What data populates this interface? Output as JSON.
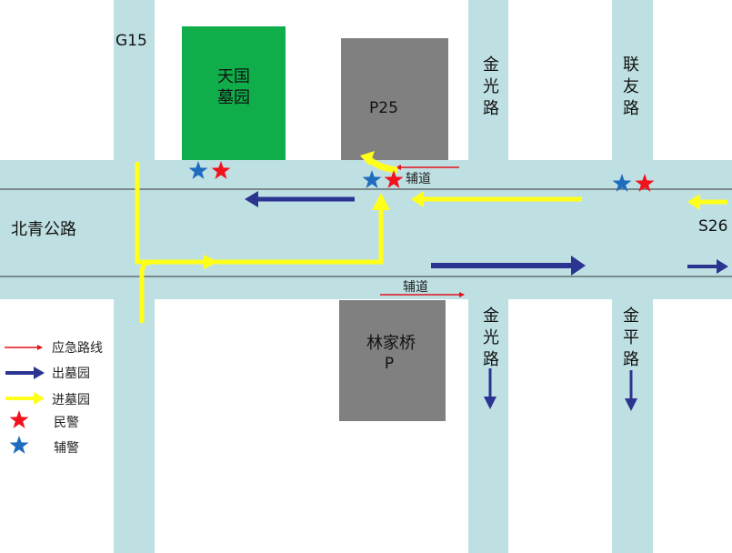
{
  "colors": {
    "road": "#bfe0e3",
    "cemetery": "#0fae4b",
    "parking": "#808080",
    "emergency": "#e4121c",
    "exit": "#2b3490",
    "enter": "#ffff1a",
    "police": "#f0121c",
    "auxiliary": "#1f6cbf"
  },
  "roads": {
    "main": "北青公路",
    "g15": "G15",
    "s26": "S26",
    "jinguang_north": [
      "金",
      "光",
      "路"
    ],
    "jinguang_south": [
      "金",
      "光",
      "路"
    ],
    "lianyou": [
      "联",
      "友",
      "路"
    ],
    "jinping": [
      "金",
      "平",
      "路"
    ]
  },
  "places": {
    "cemetery": [
      "天国",
      "墓园"
    ],
    "parking_p25": "P25",
    "parking_linjiaqiao": [
      "林家桥",
      "P"
    ]
  },
  "side_roads": {
    "north": "辅道",
    "south": "辅道"
  },
  "legend": {
    "emergency": "应急路线",
    "exit": "出墓园",
    "enter": "进墓园",
    "police": "民警",
    "auxiliary": "辅警"
  }
}
